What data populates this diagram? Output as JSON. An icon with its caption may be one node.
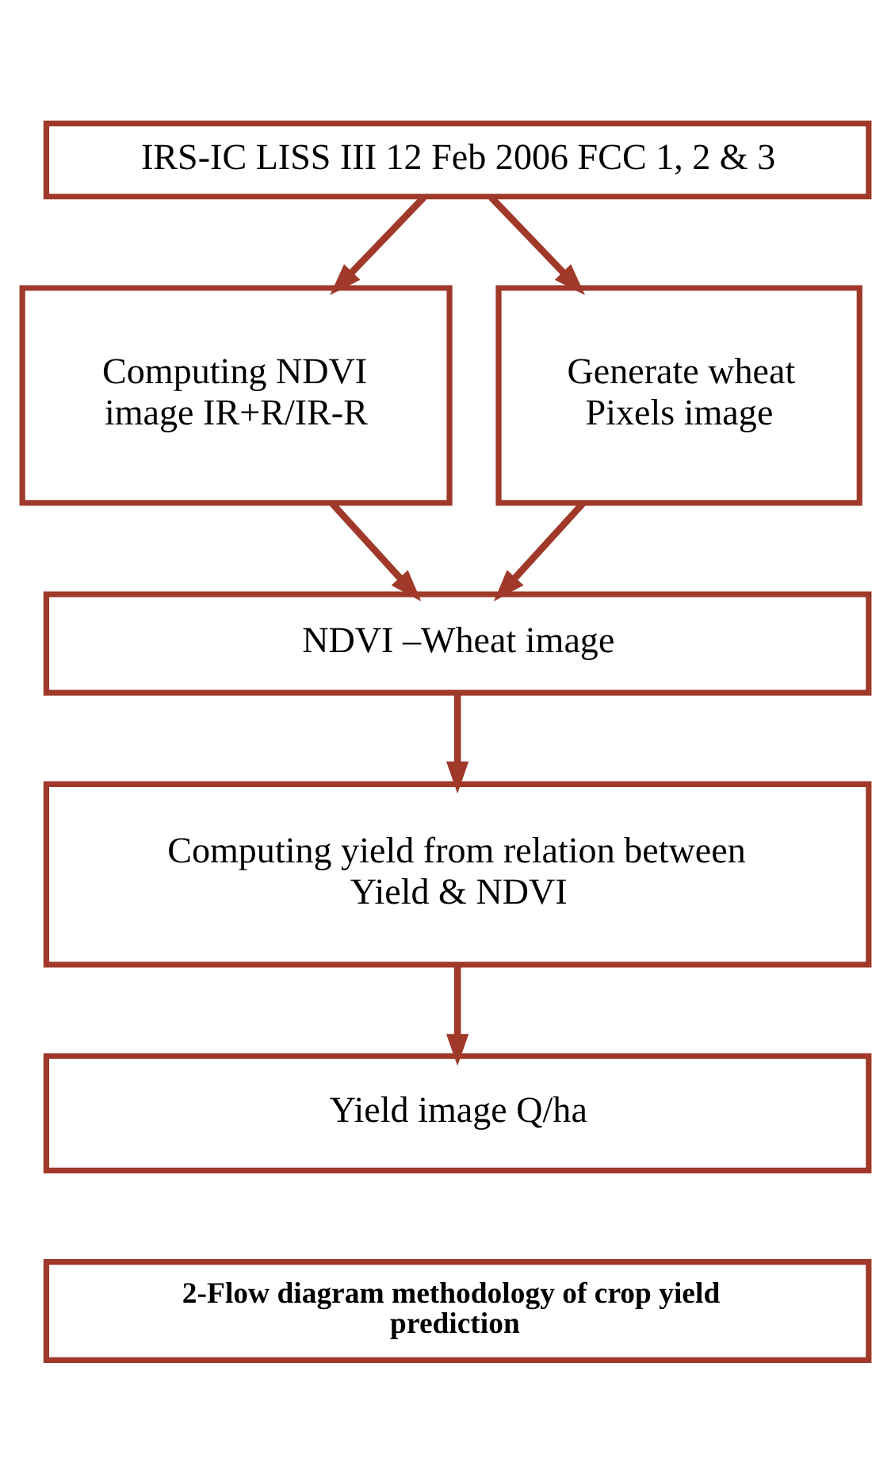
{
  "diagram": {
    "nodes": [
      {
        "text": [
          "IRS-IC LISS III 12 Feb 2006 FCC 1, 2 & 3"
        ]
      },
      {
        "text": [
          "Computing NDVI image IR+R/IR-R"
        ]
      },
      {
        "text": [
          "Generate wheat Pixels image"
        ]
      },
      {
        "text": [
          "NDVI –Wheat image"
        ]
      },
      {
        "text": [
          "Computing yield from relation between Yield & NDVI"
        ]
      },
      {
        "text": [
          "Yield image Q/ha"
        ]
      },
      {
        "text": [
          "2-Flow diagram methodology of crop yield prediction"
        ]
      }
    ],
    "edges": [
      {
        "from": 0,
        "to": 1,
        "arrow": "to"
      },
      {
        "from": 0,
        "to": 2,
        "arrow": "to"
      },
      {
        "from": 1,
        "to": 3,
        "arrow": "to"
      },
      {
        "from": 2,
        "to": 3,
        "arrow": "to"
      },
      {
        "from": 3,
        "to": 4,
        "arrow": "to"
      },
      {
        "from": 4,
        "to": 5,
        "arrow": "to"
      }
    ]
  }
}
